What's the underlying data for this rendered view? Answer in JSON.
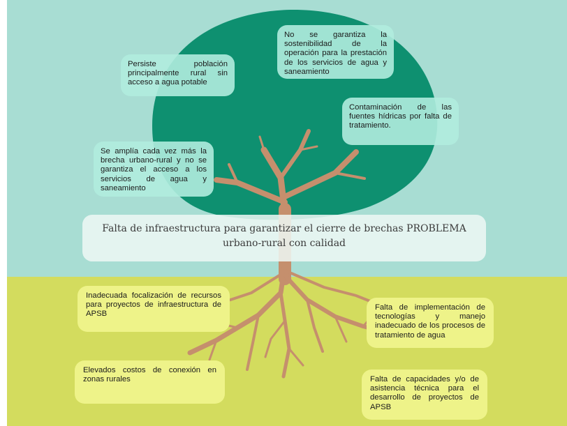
{
  "colors": {
    "sky": "#a8ddd3",
    "ground": "#d3dc5e",
    "canopy": "#0e9070",
    "trunk": "#c58f6d",
    "effect_box": "#b0ecde",
    "cause_box": "#eef389"
  },
  "effects": [
    "No se garantiza la sostenibilidad de la operación para la prestación de los servicios de agua y saneamiento",
    "Persiste población principalmente rural sin acceso a agua potable",
    "Contaminación de las fuentes hídricas por falta de tratamiento.",
    "Se amplía cada vez más la brecha urbano-rural y no se garantiza el acceso a los servicios de agua y saneamiento"
  ],
  "problem": "Falta de infraestructura para garantizar el cierre de brechas PROBLEMA urbano-rural con calidad",
  "causes": [
    "Inadecuada focalización de recursos para proyectos de infraestructura de APSB",
    "Falta de implementación de tecnologías y manejo inadecuado de los procesos de tratamiento de agua",
    "Elevados costos de conexión en zonas rurales",
    "Falta de capacidades y/o de asistencia técnica para el desarrollo de proyectos de APSB"
  ]
}
